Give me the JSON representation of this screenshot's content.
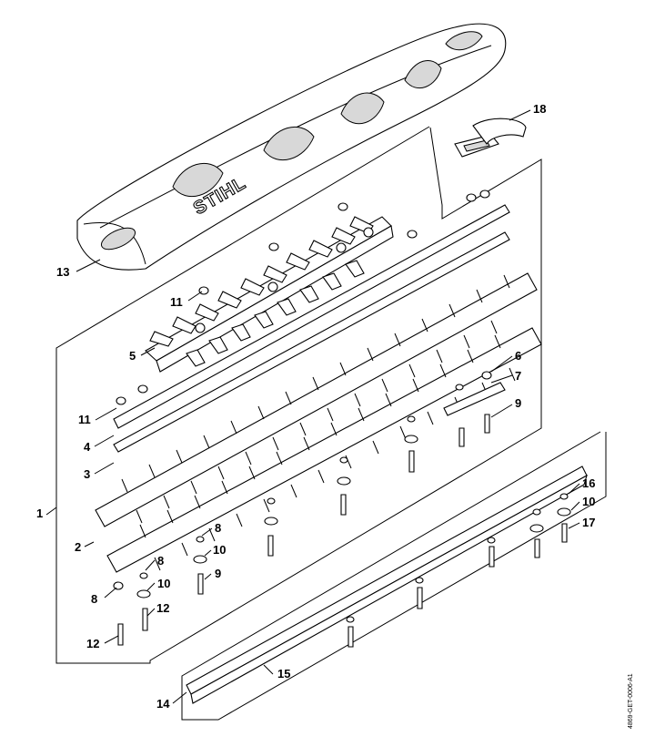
{
  "diagram": {
    "brand_logo": "STIHL",
    "document_id": "4869-GET-0006-A1",
    "callouts": [
      {
        "id": "c13",
        "text": "13"
      },
      {
        "id": "c18",
        "text": "18"
      },
      {
        "id": "c11a",
        "text": "11"
      },
      {
        "id": "c5",
        "text": "5"
      },
      {
        "id": "c11b",
        "text": "11"
      },
      {
        "id": "c4",
        "text": "4"
      },
      {
        "id": "c3",
        "text": "3"
      },
      {
        "id": "c6",
        "text": "6"
      },
      {
        "id": "c7",
        "text": "7"
      },
      {
        "id": "c9a",
        "text": "9"
      },
      {
        "id": "c1",
        "text": "1"
      },
      {
        "id": "c2",
        "text": "2"
      },
      {
        "id": "c8a",
        "text": "8"
      },
      {
        "id": "c10a",
        "text": "10"
      },
      {
        "id": "c9b",
        "text": "9"
      },
      {
        "id": "c8b",
        "text": "8"
      },
      {
        "id": "c10b",
        "text": "10"
      },
      {
        "id": "c8c",
        "text": "8"
      },
      {
        "id": "c12a",
        "text": "12"
      },
      {
        "id": "c12b",
        "text": "12"
      },
      {
        "id": "c16",
        "text": "16"
      },
      {
        "id": "c10c",
        "text": "10"
      },
      {
        "id": "c17",
        "text": "17"
      },
      {
        "id": "c15",
        "text": "15"
      },
      {
        "id": "c14",
        "text": "14"
      }
    ]
  }
}
